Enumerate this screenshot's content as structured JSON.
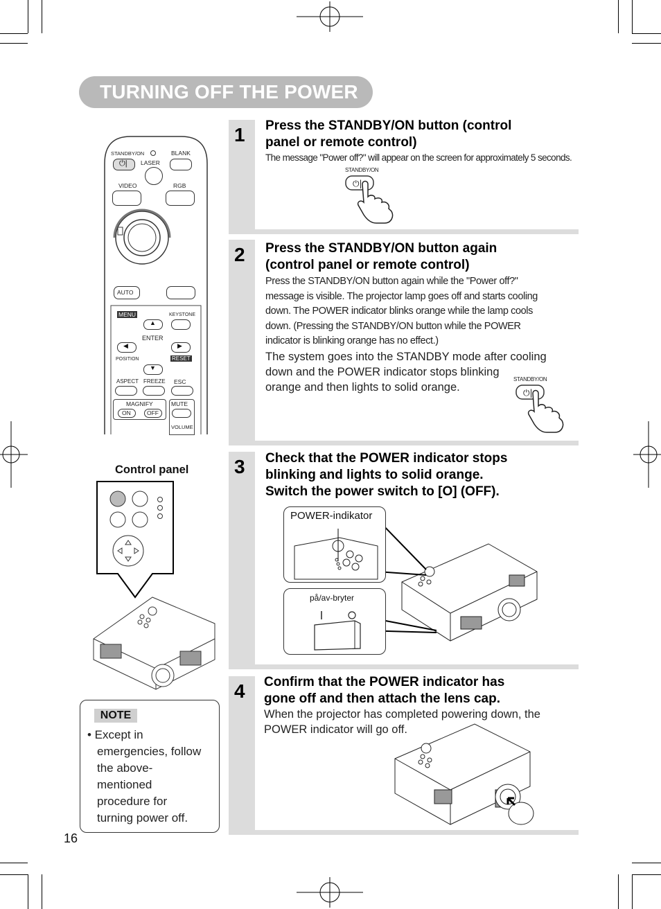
{
  "title": "TURNING OFF THE POWER",
  "steps": [
    {
      "number": "1",
      "heading_line1": "Press the STANDBY/ON button (control",
      "heading_line2": "panel or remote control)",
      "body": "The message \"Power off?\" will appear on the screen for approximately 5 seconds.",
      "button_label": "STANDBY/ON"
    },
    {
      "number": "2",
      "heading_line1": "Press the STANDBY/ON button again",
      "heading_line2": "(control panel or remote control)",
      "body_lines": [
        "Press the STANDBY/ON button again while the \"Power off?\"",
        "message is visible. The projector lamp goes off and starts cooling",
        "down. The POWER indicator blinks orange while the lamp cools",
        "down. (Pressing the STANDBY/ON button while the POWER",
        "indicator is blinking orange has no effect.)"
      ],
      "body2_lines": [
        "The system goes into the STANDBY mode after cooling",
        "down and the POWER indicator stops blinking",
        "orange and then lights to solid orange."
      ],
      "button_label": "STANDBY/ON"
    },
    {
      "number": "3",
      "heading_line1": "Check that the POWER indicator stops",
      "heading_line2": "blinking and lights to solid orange.",
      "heading_line3": "Switch the power switch to [O] (OFF).",
      "callout_power": "POWER-indikator",
      "callout_switch": "på/av-bryter"
    },
    {
      "number": "4",
      "heading_line1": "Confirm that the POWER indicator has",
      "heading_line2": "gone off and then attach the lens cap.",
      "body_lines": [
        "When the projector has completed powering down, the",
        "POWER indicator will go off."
      ]
    }
  ],
  "remote": {
    "standby_on": "STANDBY/ON",
    "laser": "LASER",
    "blank": "BLANK",
    "video": "VIDEO",
    "rgb": "RGB",
    "auto": "AUTO",
    "menu": "MENU",
    "keystone": "KEYSTONE",
    "enter": "ENTER",
    "position": "POSITION",
    "reset": "RESET",
    "aspect": "ASPECT",
    "freeze": "FREEZE",
    "esc": "ESC",
    "magnify": "MAGNIFY",
    "on": "ON",
    "off": "OFF",
    "mute": "MUTE",
    "volume": "VOLUME"
  },
  "control_panel_label": "Control panel",
  "note": {
    "tag": "NOTE",
    "text_lines": [
      "• Except in",
      "emergencies, follow",
      "the above-",
      "mentioned",
      "procedure for",
      "turning power off."
    ]
  },
  "page_number": "16"
}
